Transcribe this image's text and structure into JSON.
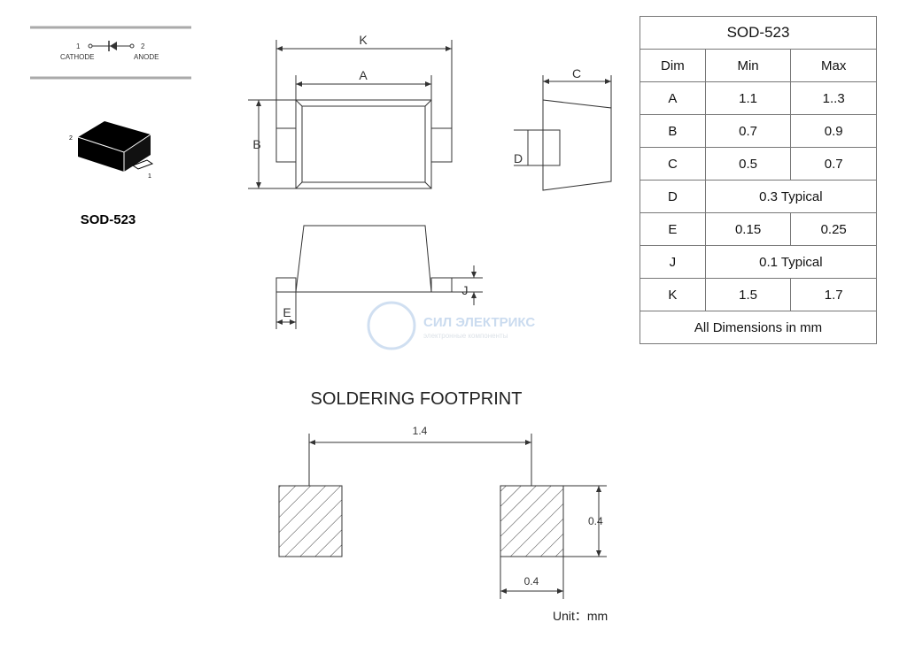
{
  "symbol": {
    "pin1": "1",
    "pin1_label": "CATHODE",
    "pin2": "2",
    "pin2_label": "ANODE"
  },
  "package_view": {
    "pin_top": "2",
    "pin_bottom": "1",
    "name": "SOD-523"
  },
  "drawing_labels": {
    "K": "K",
    "A": "A",
    "B": "B",
    "C": "C",
    "D": "D",
    "E": "E",
    "J": "J"
  },
  "watermark": {
    "brand": "СИЛ ЭЛЕКТРИКС",
    "tagline": "электронные компоненты"
  },
  "table": {
    "title": "SOD-523",
    "headers": [
      "Dim",
      "Min",
      "Max"
    ],
    "rows": [
      {
        "dim": "A",
        "min": "1.1",
        "max": "1..3"
      },
      {
        "dim": "B",
        "min": "0.7",
        "max": "0.9"
      },
      {
        "dim": "C",
        "min": "0.5",
        "max": "0.7"
      },
      {
        "dim": "D",
        "typical": "0.3 Typical"
      },
      {
        "dim": "E",
        "min": "0.15",
        "max": "0.25"
      },
      {
        "dim": "J",
        "typical": "0.1 Typical"
      },
      {
        "dim": "K",
        "min": "1.5",
        "max": "1.7"
      }
    ],
    "footer": "All Dimensions in mm"
  },
  "footprint": {
    "title": "SOLDERING FOOTPRINT",
    "pitch": "1.4",
    "pad_height": "0.4",
    "pad_width": "0.4",
    "unit": "Unit：mm"
  }
}
